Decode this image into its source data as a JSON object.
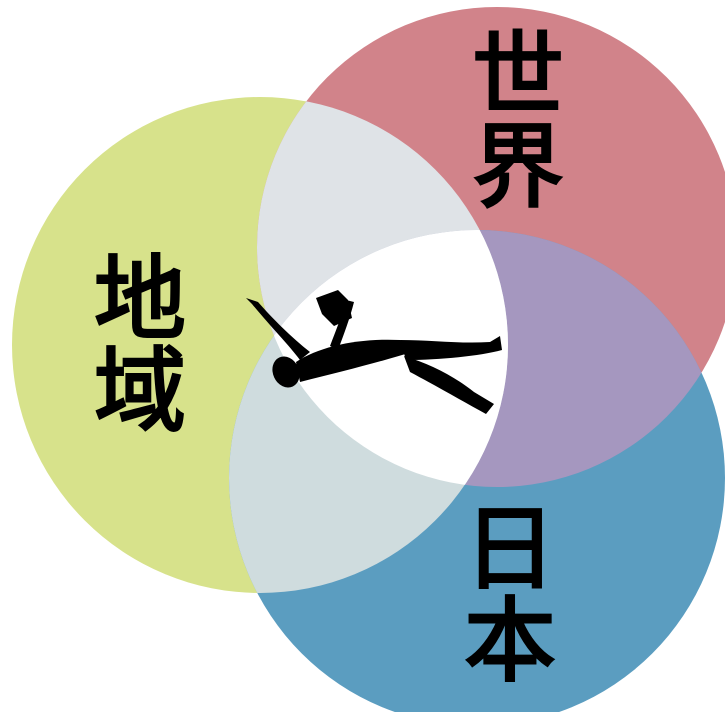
{
  "diagram": {
    "labels": {
      "world": "世界",
      "region": "地域",
      "japan": "日本"
    },
    "colors": {
      "world": "#d1838a",
      "region": "#d7e28b",
      "japan": "#5b9dc0",
      "world_region_overlap": "#dfe3e7",
      "world_japan_overlap": "#a597bf",
      "region_japan_overlap": "#cfdcde",
      "center": "#ffffff",
      "figure": "#000000"
    },
    "center_icon": "tumbling-person-silhouette-icon"
  }
}
